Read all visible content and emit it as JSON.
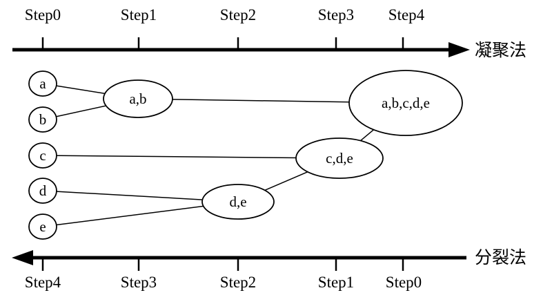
{
  "diagram": {
    "title_hint": "hierarchical clustering dendrogram (agglomerative vs divisive)",
    "colors": {
      "stroke": "#000000",
      "background": "#ffffff"
    },
    "top_axis": {
      "direction": "right",
      "steps": [
        "Step0",
        "Step1",
        "Step2",
        "Step3",
        "Step4"
      ],
      "method": "凝聚法"
    },
    "bottom_axis": {
      "direction": "left",
      "steps": [
        "Step4",
        "Step3",
        "Step2",
        "Step1",
        "Step0"
      ],
      "method": "分裂法"
    },
    "nodes": {
      "a": {
        "label": "a"
      },
      "b": {
        "label": "b"
      },
      "c": {
        "label": "c"
      },
      "d": {
        "label": "d"
      },
      "e": {
        "label": "e"
      },
      "ab": {
        "label": "a,b"
      },
      "de": {
        "label": "d,e"
      },
      "cde": {
        "label": "c,d,e"
      },
      "abcde": {
        "label": "a,b,c,d,e"
      }
    },
    "edges": [
      {
        "from": "a",
        "to": "ab"
      },
      {
        "from": "b",
        "to": "ab"
      },
      {
        "from": "ab",
        "to": "abcde"
      },
      {
        "from": "c",
        "to": "cde"
      },
      {
        "from": "d",
        "to": "de"
      },
      {
        "from": "e",
        "to": "de"
      },
      {
        "from": "de",
        "to": "cde"
      },
      {
        "from": "cde",
        "to": "abcde"
      }
    ]
  }
}
